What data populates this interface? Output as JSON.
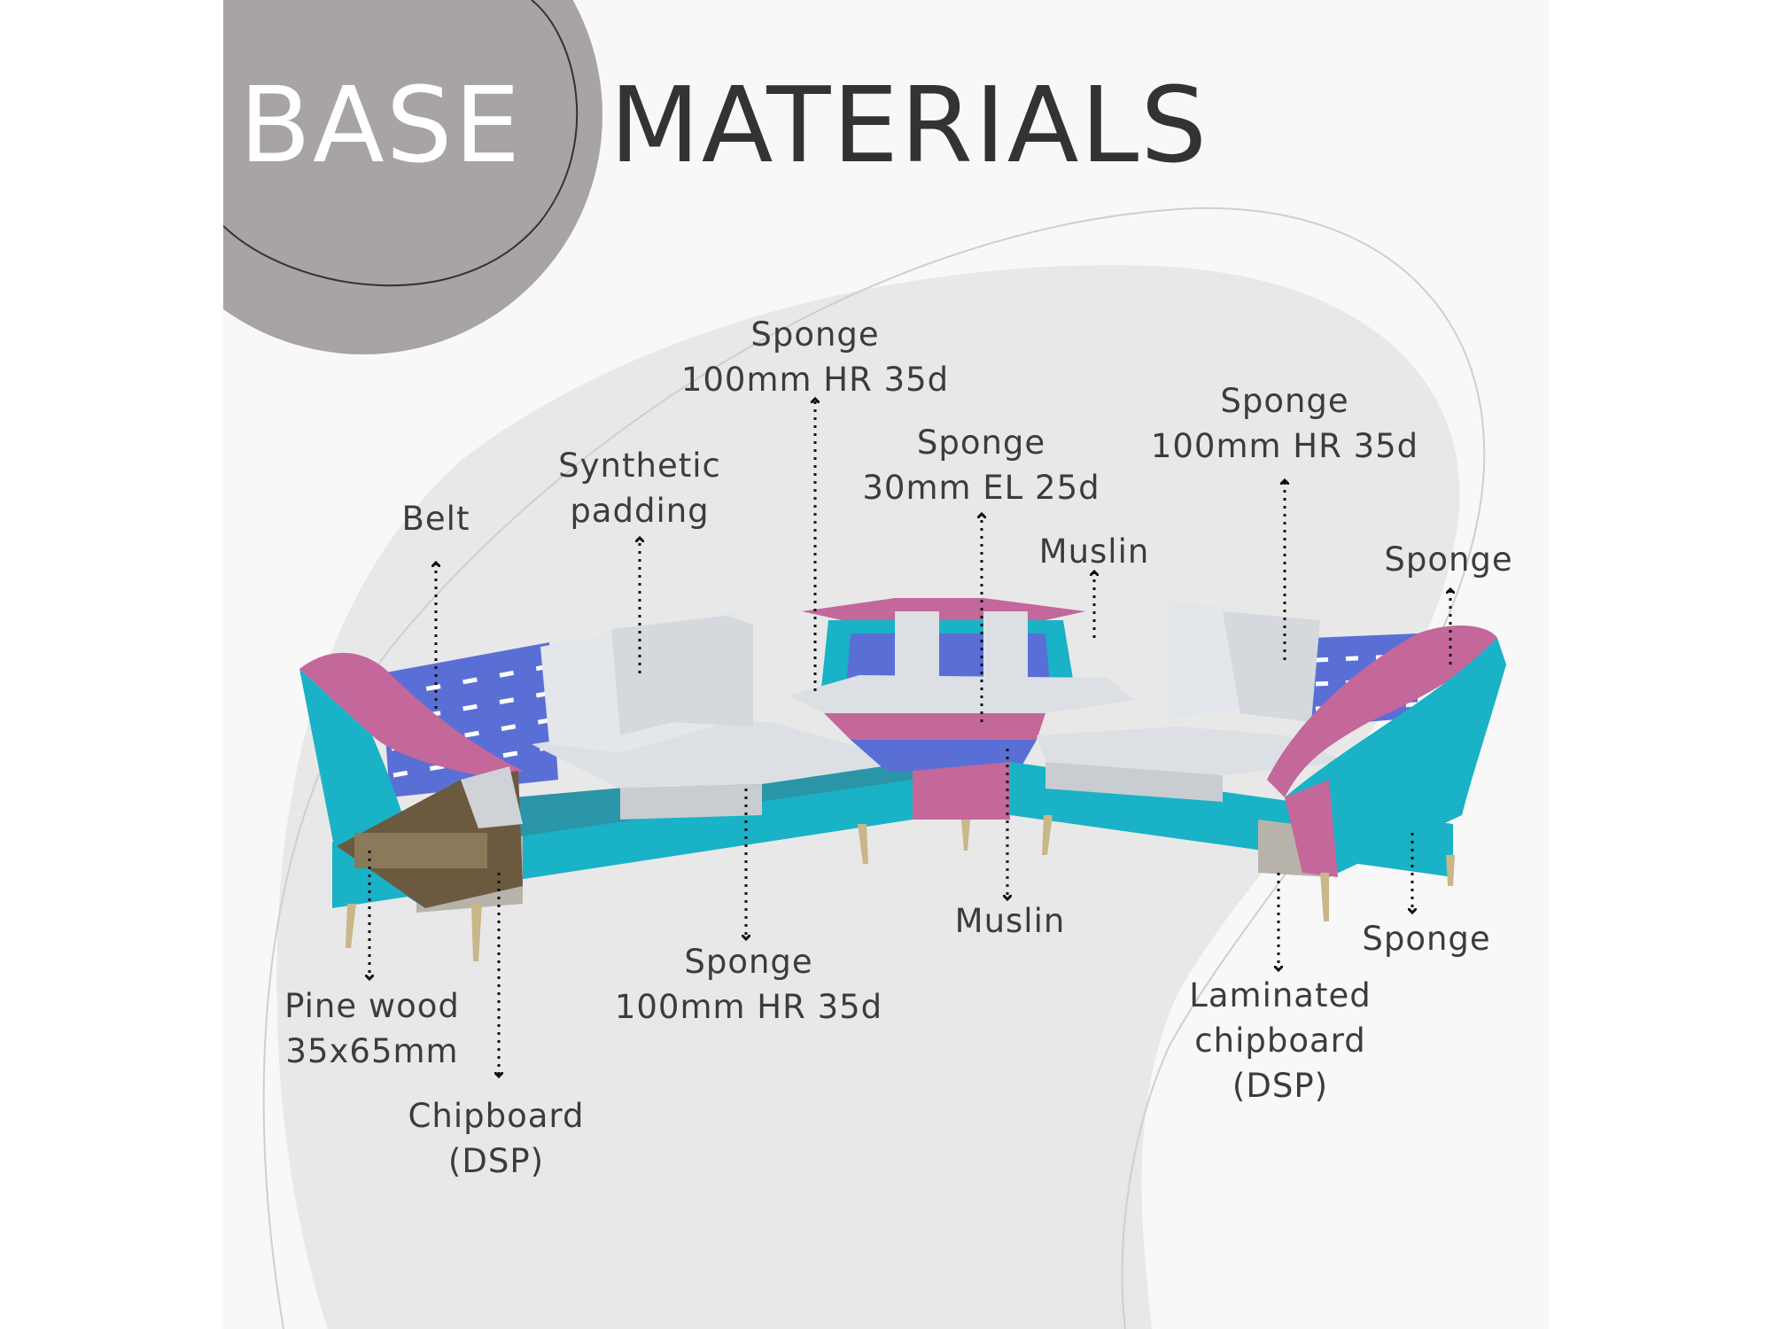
{
  "header": {
    "title_left": "BASE",
    "title_right": "MATERIALS"
  },
  "colors": {
    "page_background": "#f8f8f8",
    "blob": "#e8e8e8",
    "title_circle": "#a8a3a6",
    "teal": "#19b2c6",
    "pink": "#c4679b",
    "belt_blue": "#5a6fd6",
    "foam": "#dcdfe3",
    "wood": "#6b5a3f",
    "leg": "#c9b689",
    "text": "#3c3c3c"
  },
  "labels": {
    "belt": "Belt",
    "synthetic_padding": "Synthetic\npadding",
    "sponge_back_left": "Sponge\n100mm HR 35d",
    "sponge_top": "Sponge\n30mm EL 25d",
    "muslin_top": "Muslin",
    "sponge_back_right": "Sponge\n100mm HR 35d",
    "sponge_arm": "Sponge",
    "pine_wood": "Pine wood\n35x65mm",
    "chipboard": "Chipboard\n(DSP)",
    "sponge_seat": "Sponge\n100mm HR 35d",
    "muslin_bottom": "Muslin",
    "laminated_chipboard": "Laminated\nchipboard\n(DSP)",
    "sponge_side": "Sponge"
  },
  "icons": {
    "arrow": "dotted-arrow-icon"
  }
}
